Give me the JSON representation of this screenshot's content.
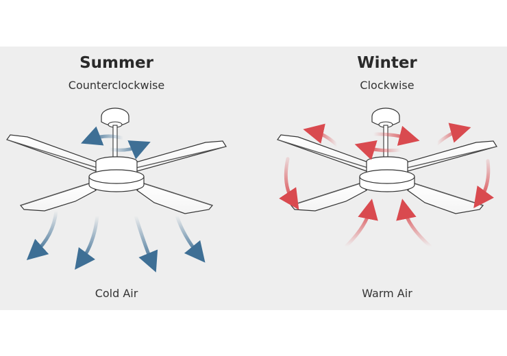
{
  "diagram": {
    "panels": [
      {
        "season": "Summer",
        "direction": "Counterclockwise",
        "airflow": "Cold Air",
        "arrow_color": "#3e6f95"
      },
      {
        "season": "Winter",
        "direction": "Clockwise",
        "airflow": "Warm Air",
        "arrow_color": "#d94a4f"
      }
    ],
    "colors": {
      "background": "#eeeeee",
      "page": "#ffffff",
      "outline": "#333333",
      "cold": "#3e6f95",
      "warm": "#d94a4f"
    }
  }
}
